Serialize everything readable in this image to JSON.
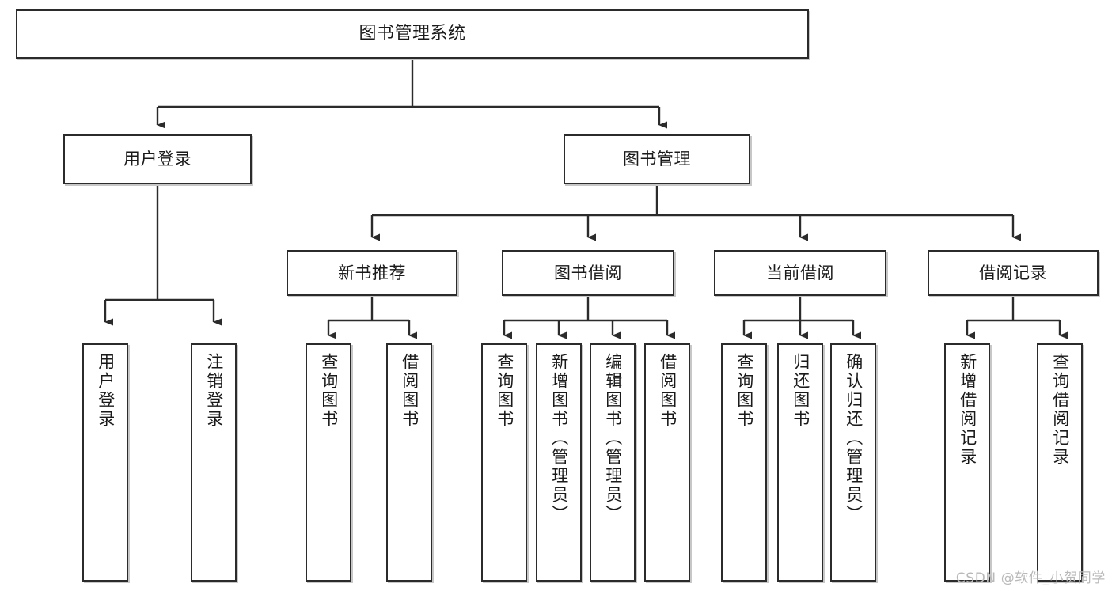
{
  "diagram": {
    "type": "tree",
    "title": "图书管理系统",
    "watermark": "CSDN @软件_小贺同学",
    "colors": {
      "background": "#ffffff",
      "node_border": "#2b2b2b",
      "node_fill": "#ffffff",
      "edge": "#2b2b2b",
      "text": "#1a1a1a",
      "watermark": "#b9b9b9"
    },
    "nodes": {
      "root": {
        "label": "图书管理系统"
      },
      "level2": [
        {
          "label": "用户登录"
        },
        {
          "label": "图书管理"
        }
      ],
      "level3": [
        {
          "label": "新书推荐"
        },
        {
          "label": "图书借阅"
        },
        {
          "label": "当前借阅"
        },
        {
          "label": "借阅记录"
        }
      ],
      "leaves": {
        "user_login": [
          {
            "label": "用户登录"
          },
          {
            "label": "注销登录"
          }
        ],
        "new_book": [
          {
            "label": "查询图书"
          },
          {
            "label": "借阅图书"
          }
        ],
        "book_borrow": [
          {
            "label": "查询图书"
          },
          {
            "label": "新增图书（管理员）"
          },
          {
            "label": "编辑图书（管理员）"
          },
          {
            "label": "借阅图书"
          }
        ],
        "current_borrow": [
          {
            "label": "查询图书"
          },
          {
            "label": "归还图书"
          },
          {
            "label": "确认归还（管理员）"
          }
        ],
        "borrow_record": [
          {
            "label": "新增借阅记录"
          },
          {
            "label": "查询借阅记录"
          }
        ]
      }
    }
  }
}
